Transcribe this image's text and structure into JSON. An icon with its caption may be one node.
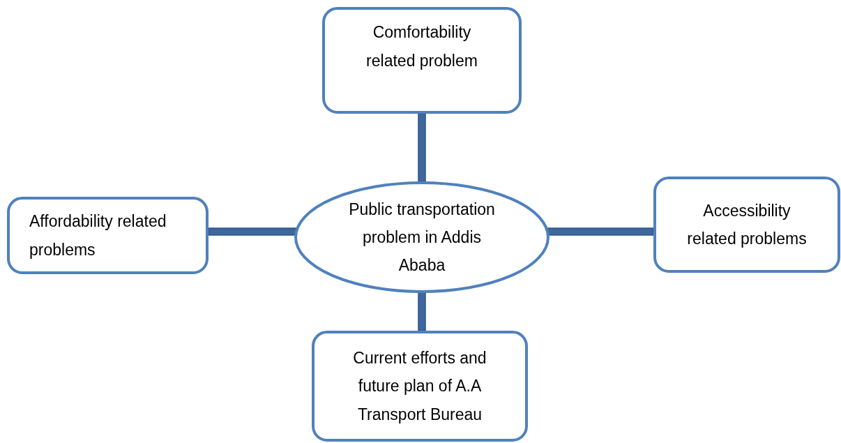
{
  "diagram": {
    "nodes": [
      {
        "text": [
          "Comfortability related problem"
        ]
      },
      {
        "text": [
          "Affordability related problems"
        ]
      },
      {
        "text": [
          "Public transportation problem in Addis Ababa"
        ]
      },
      {
        "text": [
          "Accessibility related problems"
        ]
      },
      {
        "text": [
          "Current efforts and future plan of A.A Transport Bureau"
        ]
      }
    ],
    "edges": [
      {
        "from": 0,
        "to": 2,
        "arrow": "to"
      },
      {
        "from": 1,
        "to": 2,
        "arrow": "to"
      },
      {
        "from": 3,
        "to": 2,
        "arrow": "to"
      },
      {
        "from": 4,
        "to": 2,
        "arrow": "to"
      }
    ]
  }
}
